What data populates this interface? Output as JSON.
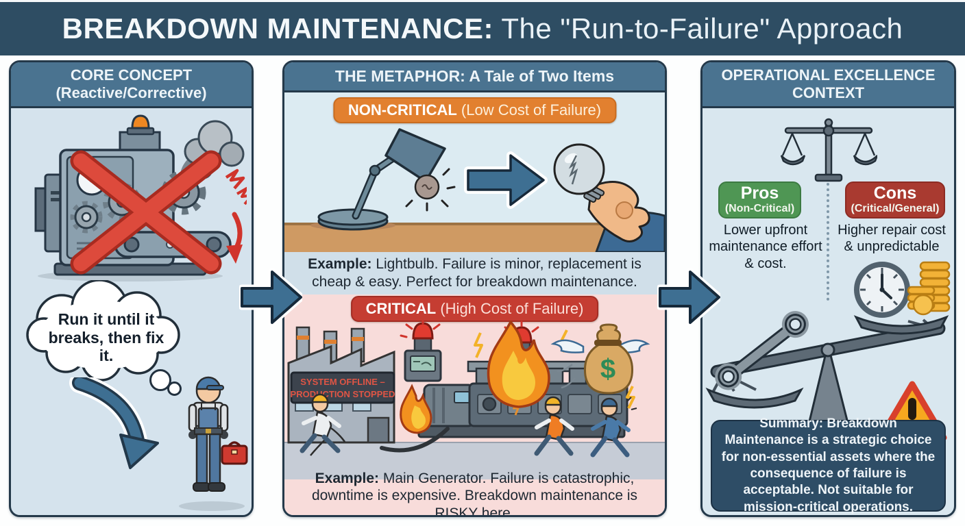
{
  "colors": {
    "title_bar": "#2e4d63",
    "panel_header": "#4a7390",
    "panel_blue": "#d7e5ee",
    "critical_pink": "#f8dcda",
    "non_critical_orange": "#e2802f",
    "critical_red": "#c53d32",
    "pros_green": "#4f9654",
    "cons_red": "#a93a30",
    "arrow_blue": "#3e6f92",
    "summary_navy": "#2e4d66"
  },
  "title": {
    "bold": "BREAKDOWN MAINTENANCE:",
    "rest": " The \"Run-to-Failure\" Approach"
  },
  "core": {
    "title_line1": "CORE CONCEPT",
    "title_line2": "(Reactive/Corrective)",
    "thought_bubble": "Run it until it breaks, then fix it."
  },
  "metaphor": {
    "title": "THE METAPHOR: A Tale of Two Items",
    "non_critical": {
      "badge_bold": "NON-CRITICAL",
      "badge_rest": " (Low Cost of Failure)",
      "example_label": "Example:",
      "example_text": " Lightbulb. Failure is minor, replacement is cheap & easy. Perfect for breakdown maintenance."
    },
    "critical": {
      "badge_bold": "CRITICAL",
      "badge_rest": " (High Cost of Failure)",
      "sign_line1": "SYSTEM OFFLINE –",
      "sign_line2": "PRODUCTION STOPPED",
      "example_label": "Example:",
      "example_text": " Main Generator. Failure is catastrophic, downtime is expensive. Breakdown maintenance is RISKY here."
    }
  },
  "context": {
    "title_line1": "OPERATIONAL EXCELLENCE",
    "title_line2": "CONTEXT",
    "pros": {
      "label": "Pros",
      "sublabel": "(Non-Critical)",
      "text": "Lower upfront maintenance effort & cost."
    },
    "cons": {
      "label": "Cons",
      "sublabel": "(Critical/General)",
      "text": "Higher repair cost & unpredictable"
    },
    "summary_label": "Summary:",
    "summary_text": " Breakdown Maintenance is a strategic choice for non-essential assets where the consequence of failure is acceptable. Not suitable for mission-critical operations."
  },
  "icons": {
    "dollar": "$"
  }
}
